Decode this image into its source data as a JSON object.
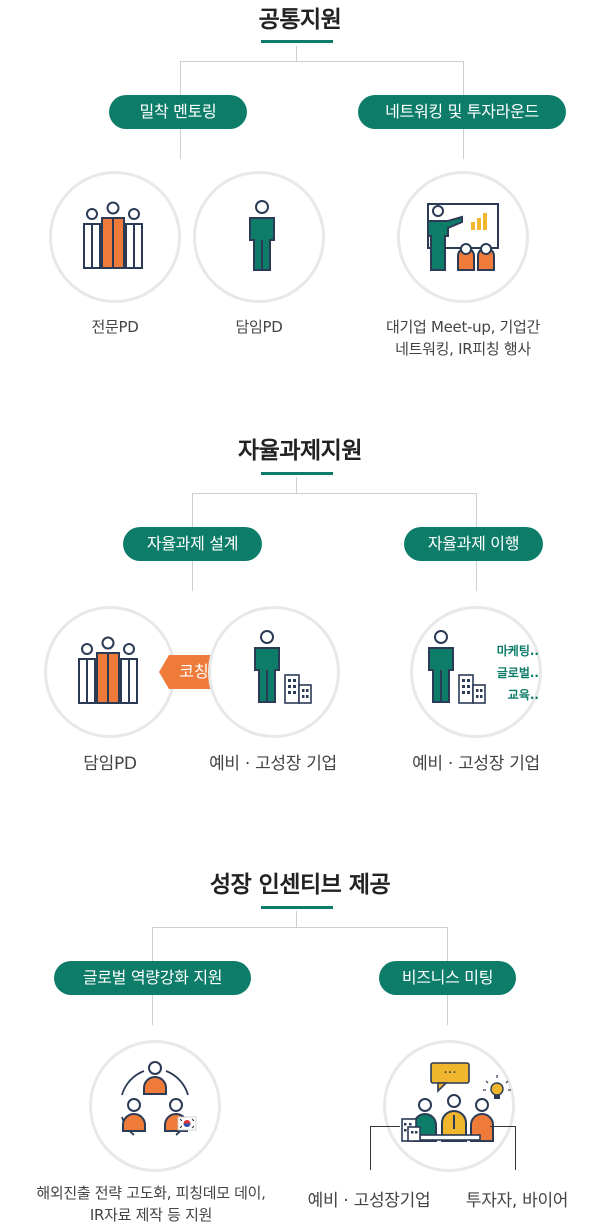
{
  "section1": {
    "title": "공통지원",
    "pill_left": "밀착 멘토링",
    "pill_right": "네트워킹 및 투자라운드",
    "cap1": "전문PD",
    "cap2": "담임PD",
    "cap3_line1": "대기업 Meet-up, 기업간",
    "cap3_line2": "네트워킹, IR피칭 행사"
  },
  "section2": {
    "title": "자율과제지원",
    "pill_left": "자율과제 설계",
    "pill_right": "자율과제 이행",
    "coach": "코칭",
    "cap1": "담임PD",
    "cap2": "예비 · 고성장 기업",
    "cap3": "예비 · 고성장 기업",
    "tags": [
      "마케팅..",
      "글로벌..",
      "교육.."
    ]
  },
  "section3": {
    "title": "성장 인센티브 제공",
    "pill_left": "글로벌 역량강화 지원",
    "pill_right": "비즈니스 미팅",
    "cap1_line1": "해외진출 전략 고도화, 피칭데모 데이,",
    "cap1_line2": "IR자료 제작 등 지원",
    "cap2": "예비 · 고성장기업",
    "cap3": "투자자, 바이어",
    "bubble": "···"
  },
  "colors": {
    "green": "#0d7d69",
    "orange": "#ef7b3a",
    "navy": "#2b3a55",
    "yellow": "#f0b62d",
    "ring": "#e8e8e8"
  },
  "icons": [
    "people-group-icon",
    "person-icon",
    "presentation-icon",
    "building-icon",
    "globe-people-icon",
    "meeting-icon",
    "lightbulb-icon",
    "speech-bubble-icon",
    "korea-flag-icon"
  ]
}
